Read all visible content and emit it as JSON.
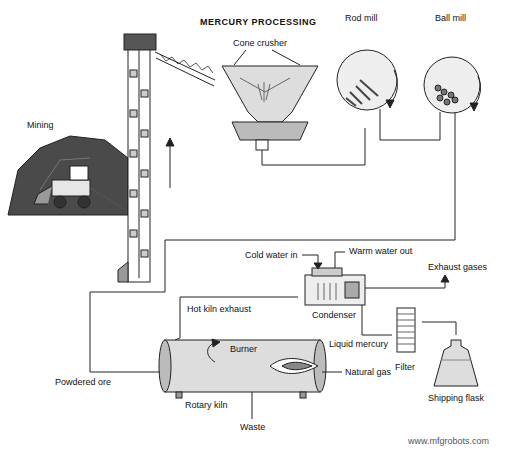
{
  "diagram": {
    "title": "MERCURY PROCESSING",
    "nodes": [
      {
        "text": [
          "Mining"
        ]
      },
      {
        "text": [
          "Cone crusher"
        ]
      },
      {
        "text": [
          "Rod mill"
        ]
      },
      {
        "text": [
          "Ball mill"
        ]
      },
      {
        "text": [
          "Rotary kiln"
        ]
      },
      {
        "text": [
          "Condenser"
        ]
      },
      {
        "text": [
          "Filter"
        ]
      },
      {
        "text": [
          "Shipping flask"
        ]
      }
    ],
    "edges": [
      {
        "from": 0,
        "to": 1,
        "arrow": "none"
      },
      {
        "from": 1,
        "to": 2,
        "arrow": "none"
      },
      {
        "from": 2,
        "to": 3,
        "arrow": "none"
      },
      {
        "from": 3,
        "to": 4,
        "arrow": "none"
      },
      {
        "from": 4,
        "to": 5,
        "label": "Hot kiln exhaust",
        "arrow": "none"
      },
      {
        "from": 5,
        "to": 6,
        "label": "Liquid mercury",
        "arrow": "none"
      },
      {
        "from": 6,
        "to": 7,
        "arrow": "none"
      }
    ],
    "labels": [
      "Cold water in",
      "Warm water out",
      "Exhaust gases",
      "Burner",
      "Powdered ore",
      "Natural gas",
      "Waste",
      "www.mfgrobots.com"
    ]
  }
}
